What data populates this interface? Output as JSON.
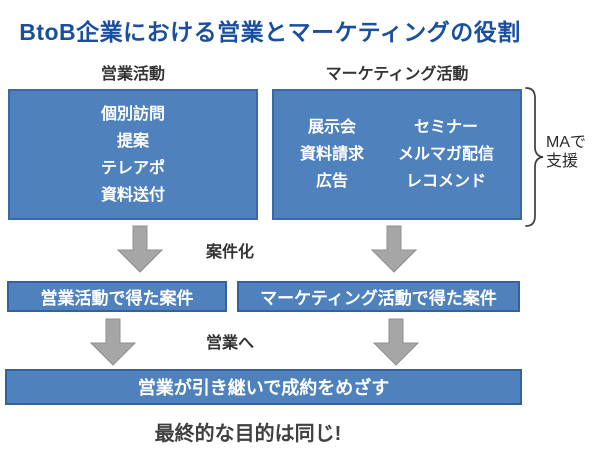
{
  "title": "BtoB企業における営業とマーケティングの役割",
  "columns": {
    "sales": {
      "header": "営業活動",
      "items": [
        "個別訪問",
        "提案",
        "テレアポ",
        "資料送付"
      ]
    },
    "marketing": {
      "header": "マーケティング活動",
      "items_col1": [
        "展示会",
        "資料請求",
        "広告"
      ],
      "items_col2": [
        "セミナー",
        "メルマガ配信",
        "レコメンド"
      ]
    }
  },
  "annotations": {
    "ma_line1": "MAで",
    "ma_line2": "支援",
    "stage1": "案件化",
    "stage2": "営業へ"
  },
  "bars": {
    "sales_leads": "営業活動で得た案件",
    "marketing_leads": "マーケティング活動で得た案件",
    "final": "営業が引き継いで成約をめざす"
  },
  "caption": "最終的な目的は同じ!",
  "colors": {
    "title_blue": "#1a4f9e",
    "box_fill": "#4f81bd",
    "box_border": "#3c69a5",
    "arrow_gray": "#a6a6a6",
    "text_dark": "#333333",
    "caption_gray": "#404040"
  }
}
